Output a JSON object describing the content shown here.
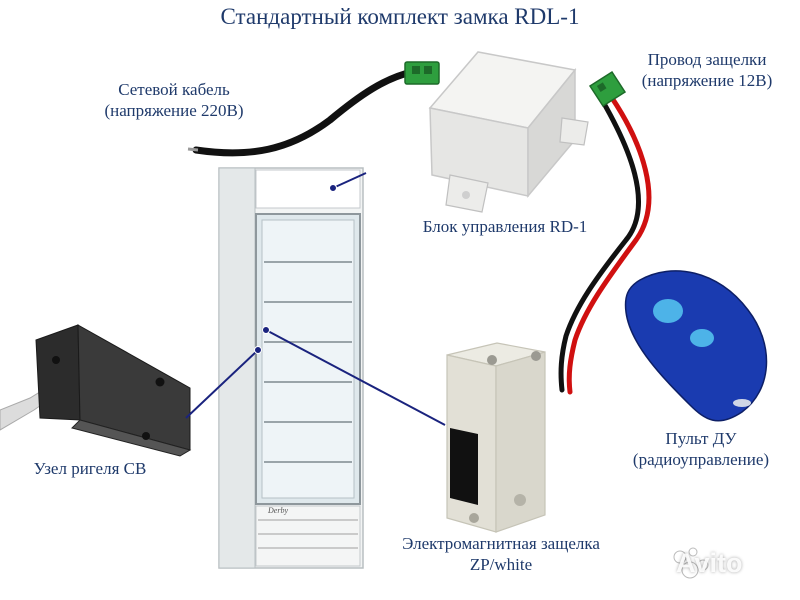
{
  "title": "Стандартный комплект замка RDL-1",
  "labels": {
    "network_cable": [
      "Сетевой кабель",
      "(напряжение 220В)"
    ],
    "latch_wire": [
      "Провод защелки",
      "(напряжение 12В)"
    ],
    "control_unit": "Блок управления RD-1",
    "bolt_unit": "Узел ригеля СВ",
    "remote": [
      "Пульт ДУ",
      "(радиоуправление)"
    ],
    "latch": [
      "Электромагнитная защелка",
      "ZP/white"
    ]
  },
  "watermark": "Avito",
  "fridge_brand": "Derby",
  "colors": {
    "label": "#1f3a6b",
    "leader": "#1a237e",
    "remote": "#1a3bb0",
    "connector": "#2e9e3e",
    "wire_red": "#d01010"
  }
}
